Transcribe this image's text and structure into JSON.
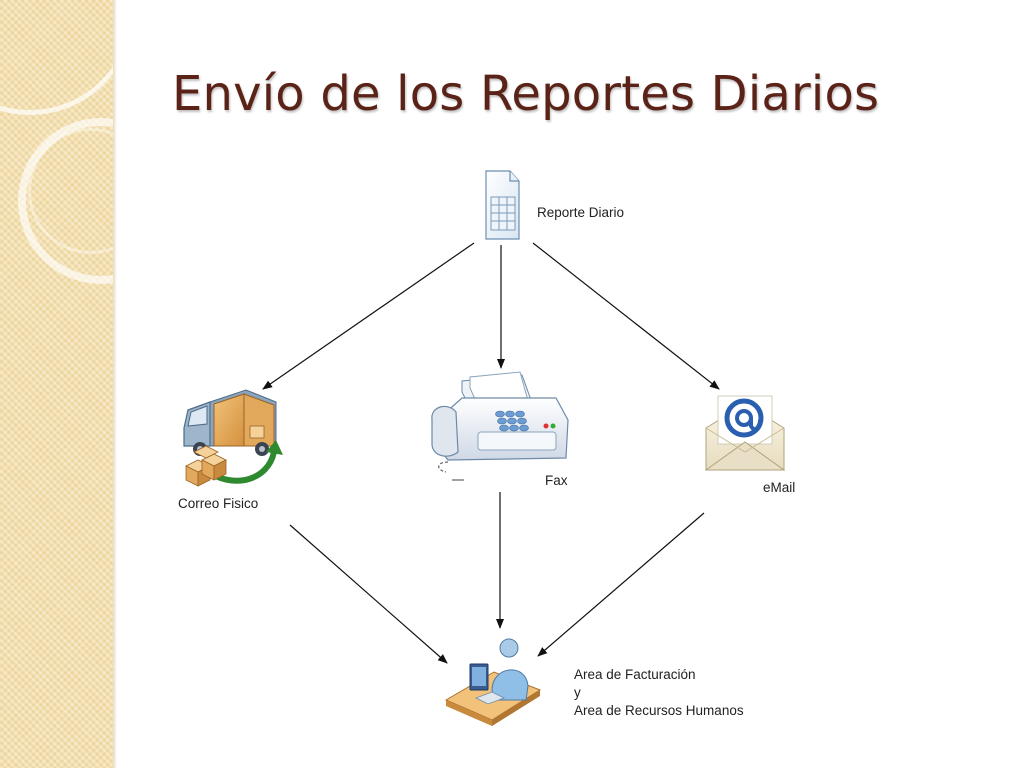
{
  "title": "Envío de los Reportes Diarios",
  "nodes": {
    "report": {
      "label": "Reporte Diario",
      "icon": "spreadsheet-document-icon"
    },
    "correo": {
      "label": "Correo Fisico",
      "icon": "delivery-truck-icon"
    },
    "fax": {
      "label": "Fax",
      "icon": "fax-machine-icon"
    },
    "email": {
      "label": "eMail",
      "icon": "email-envelope-icon"
    },
    "destination": {
      "lines": [
        "Area de Facturación",
        "y",
        "Area de Recursos Humanos"
      ],
      "icon": "office-worker-icon"
    }
  },
  "edges": [
    {
      "from": "report",
      "to": "correo"
    },
    {
      "from": "report",
      "to": "fax"
    },
    {
      "from": "report",
      "to": "email"
    },
    {
      "from": "correo",
      "to": "destination"
    },
    {
      "from": "fax",
      "to": "destination"
    },
    {
      "from": "email",
      "to": "destination"
    }
  ],
  "colors": {
    "title": "#5b2318",
    "side_panel": "#f3dfae",
    "arrow": "#111111"
  }
}
